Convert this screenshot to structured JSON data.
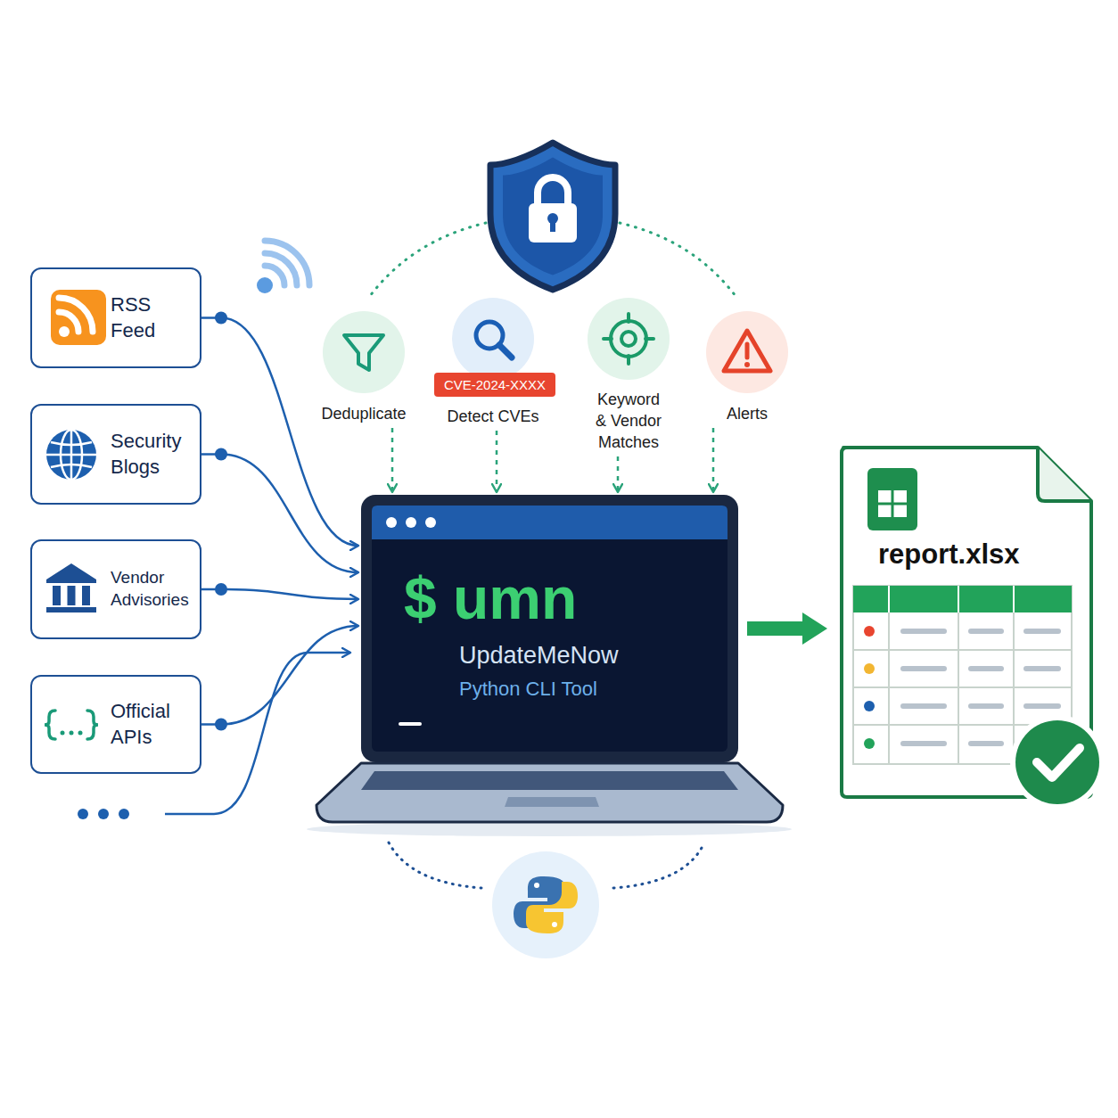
{
  "diagram": {
    "nodes": [
      {
        "text": [
          "RSS Feed"
        ]
      },
      {
        "text": [
          "Security Blogs"
        ]
      },
      {
        "text": [
          "Vendor Advisories"
        ]
      },
      {
        "text": [
          "Official APIs"
        ]
      },
      {
        "text": [
          "Deduplicate"
        ]
      },
      {
        "text": [
          "Detect CVEs"
        ]
      },
      {
        "text": [
          "CVE-2024-XXXX"
        ],
        "in": 5
      },
      {
        "text": [
          "Keyword & Vendor Matches"
        ]
      },
      {
        "text": [
          "Alerts"
        ]
      },
      {
        "text": [
          "$ umn",
          "UpdateMeNow",
          "Python CLI Tool"
        ]
      },
      {
        "text": [
          "report.xlsx"
        ]
      }
    ],
    "edges": [
      {
        "from": 0,
        "to": 9,
        "arrow": "to"
      },
      {
        "from": 1,
        "to": 9,
        "arrow": "to"
      },
      {
        "from": 2,
        "to": 9,
        "arrow": "to"
      },
      {
        "from": 3,
        "to": 9,
        "arrow": "to"
      },
      {
        "from": 4,
        "to": 9,
        "arrow": "to"
      },
      {
        "from": 5,
        "to": 9,
        "arrow": "to"
      },
      {
        "from": 7,
        "to": 9,
        "arrow": "to"
      },
      {
        "from": 8,
        "to": 9,
        "arrow": "to"
      },
      {
        "from": 9,
        "to": 10,
        "arrow": "to"
      }
    ]
  }
}
